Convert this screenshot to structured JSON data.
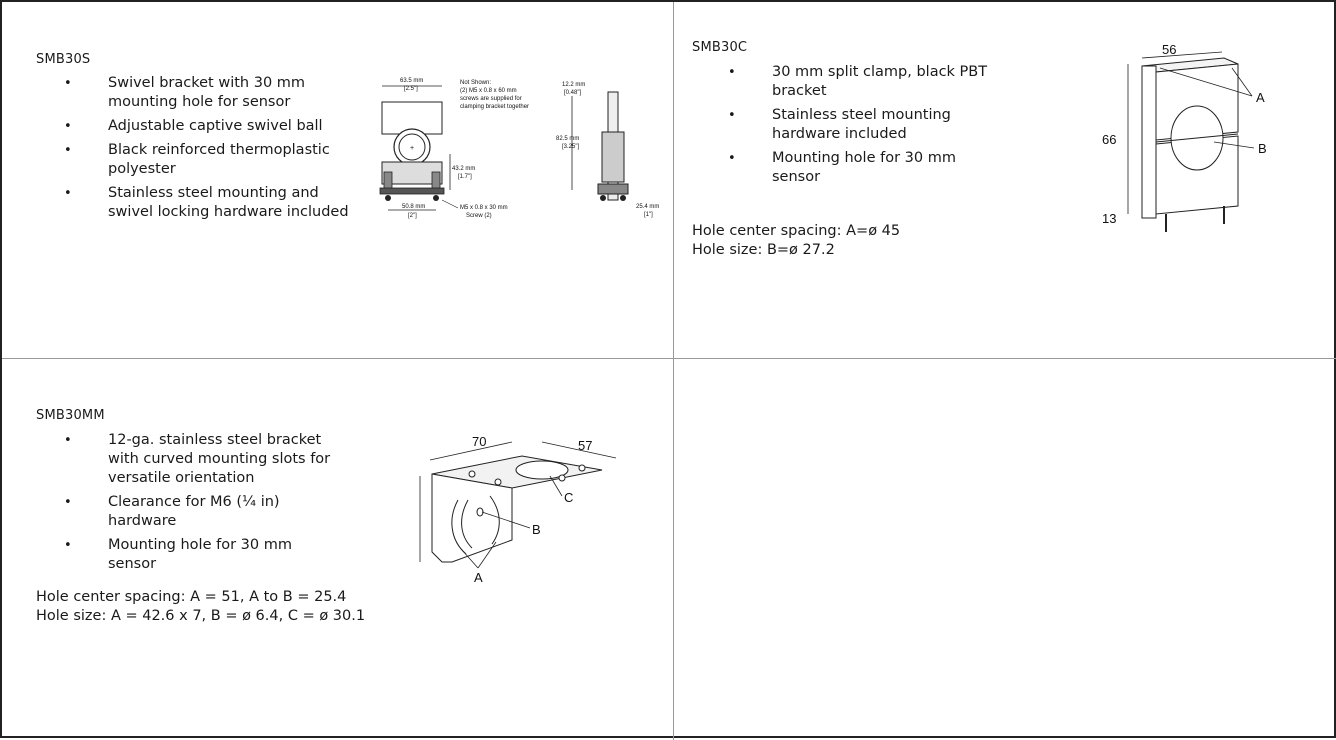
{
  "cells": {
    "smb30s": {
      "model": "SMB30S",
      "bullets": [
        "Swivel bracket with 30 mm mounting hole for sensor",
        "Adjustable captive swivel ball",
        "Black reinforced thermoplastic polyester",
        "Stainless steel mounting and swivel locking hardware included"
      ],
      "drawing": {
        "dim_width": "63.5 mm",
        "dim_width_in": "[2.5\"]",
        "note_1": "Not Shown:",
        "note_2": "(2) M5 x 0.8 x 60 mm",
        "note_3": "screws are supplied for",
        "note_4": "clamping bracket together",
        "dim_height": "43.2 mm",
        "dim_height_in": "[1.7\"]",
        "dim_base": "50.8 mm",
        "dim_base_in": "[2\"]",
        "screw_1": "M5 x 0.8 x 30 mm",
        "screw_2": "Screw (2)",
        "dim_side_top": "12.2 mm",
        "dim_side_top_in": "[0.48\"]",
        "dim_side_h": "82.5 mm",
        "dim_side_h_in": "[3.25\"]",
        "dim_side_base": "25.4 mm",
        "dim_side_base_in": "[1\"]"
      }
    },
    "smb30c": {
      "model": "SMB30C",
      "bullets": [
        "30 mm split clamp, black PBT bracket",
        "Stainless steel mounting hardware included",
        "Mounting hole for 30 mm sensor"
      ],
      "spec_1": "Hole center spacing: A=ø 45",
      "spec_2": "Hole size: B=ø 27.2",
      "drawing": {
        "w": "56",
        "h": "66",
        "d": "13",
        "a": "A",
        "b": "B"
      }
    },
    "smb30mm": {
      "model": "SMB30MM",
      "bullets": [
        "12-ga. stainless steel bracket with curved mounting slots for versatile orientation",
        "Clearance for M6 (¼ in) hardware",
        "Mounting hole for 30 mm sensor"
      ],
      "spec_1": "Hole center spacing: A = 51, A to B = 25.4",
      "spec_2": "Hole size: A = 42.6 x 7, B = ø 6.4, C = ø 30.1",
      "drawing": {
        "w": "70",
        "d": "57",
        "h": "57",
        "a": "A",
        "b": "B",
        "c": "C"
      }
    },
    "empty": {}
  },
  "bullet_char": "•"
}
